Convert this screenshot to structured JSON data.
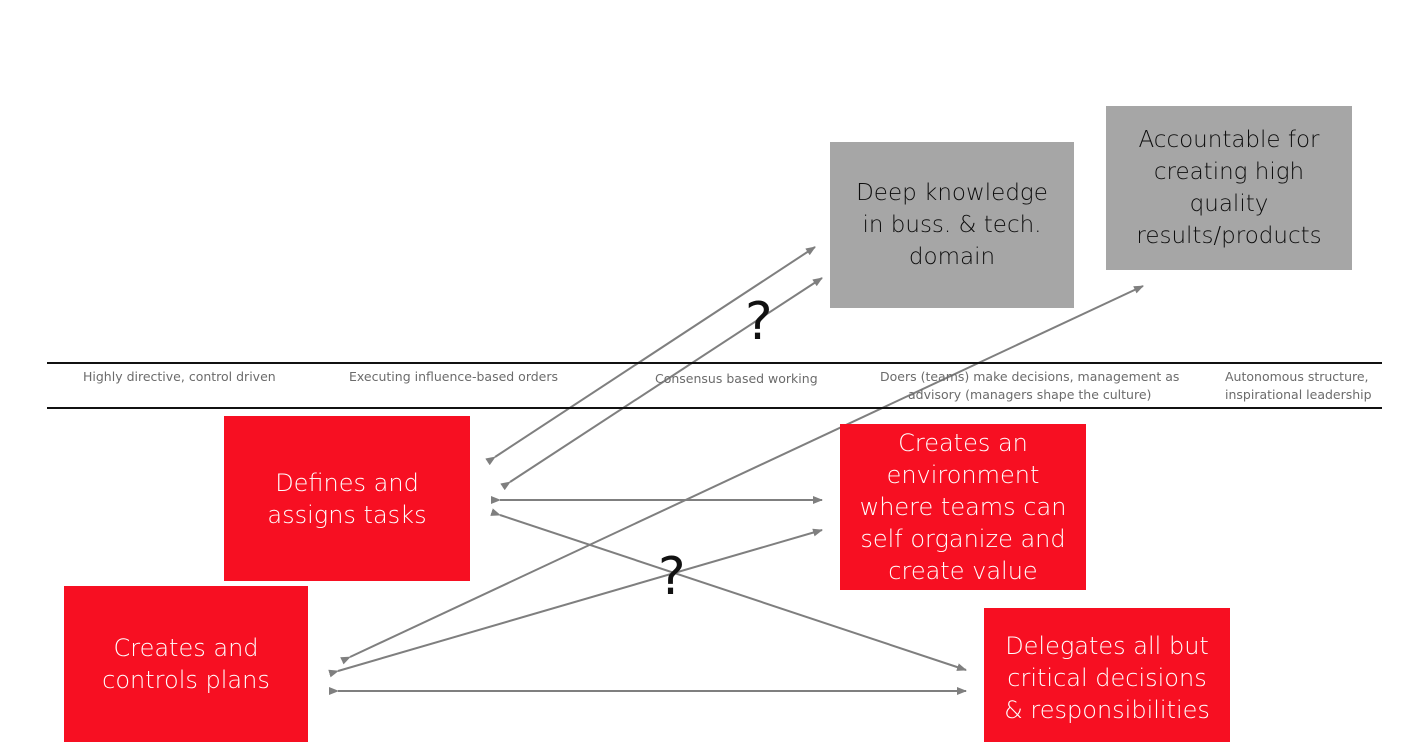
{
  "scale": {
    "labels": [
      "Highly directive, control driven",
      "Executing influence-based orders",
      "Consensus based working",
      "Doers (teams) make decisions, management as\nadvisory (managers shape the culture)",
      "Autonomous structure,\ninspirational leadership"
    ]
  },
  "boxes": {
    "defines_tasks": "Defines and\nassigns tasks",
    "creates_plans": "Creates and\ncontrols plans",
    "creates_environment": "Creates an\nenvironment\nwhere teams can\nself organize and\ncreate value",
    "delegates": "Delegates all but\ncritical decisions\n& responsibilities",
    "deep_knowledge": "Deep knowledge\nin buss. & tech.\ndomain",
    "accountable": "Accountable for\ncreating high\nquality\nresults/products"
  },
  "question_marks": [
    "?",
    "?"
  ],
  "colors": {
    "red_box": "#f70f22",
    "grey_box": "#a6a6a6",
    "arrow": "#7f7f7f",
    "divider": "#111111"
  }
}
